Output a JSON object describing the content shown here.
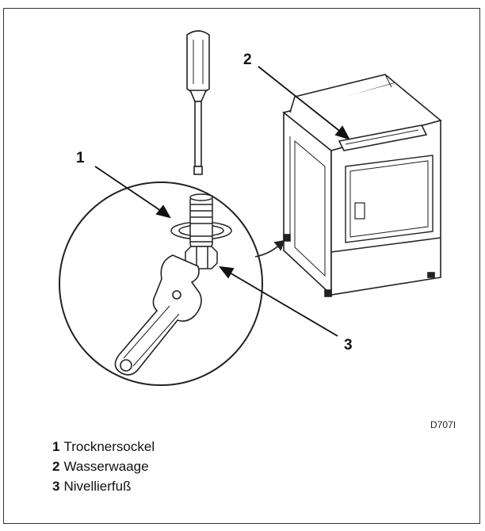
{
  "callouts": [
    "1",
    "2",
    "3"
  ],
  "figure_code": "D707I",
  "legend": [
    {
      "num": "1",
      "text": "Trocknersockel"
    },
    {
      "num": "2",
      "text": "Wasserwaage"
    },
    {
      "num": "3",
      "text": "Nivellierfuß"
    }
  ],
  "icons": [
    "screwdriver-icon",
    "adjustable-wrench-icon",
    "leveling-foot-icon",
    "clothes-dryer-icon",
    "spirit-level-icon"
  ]
}
